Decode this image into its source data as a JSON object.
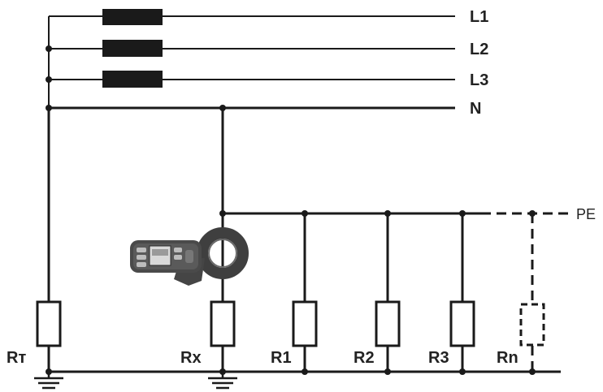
{
  "lines": {
    "l1": "L1",
    "l2": "L2",
    "l3": "L3",
    "n": "N",
    "pe": "PE"
  },
  "resistors": {
    "rt": "Rт",
    "rx": "Rx",
    "r1": "R1",
    "r2": "R2",
    "r3": "R3",
    "rn": "Rn"
  },
  "clamp_meter": {
    "icon": "clamp-meter-icon",
    "body_color": "#4a4a4a",
    "screen_color": "#d9d9d9"
  },
  "colors": {
    "wire": "#1a1a1a",
    "coil": "#1a1a1a"
  }
}
